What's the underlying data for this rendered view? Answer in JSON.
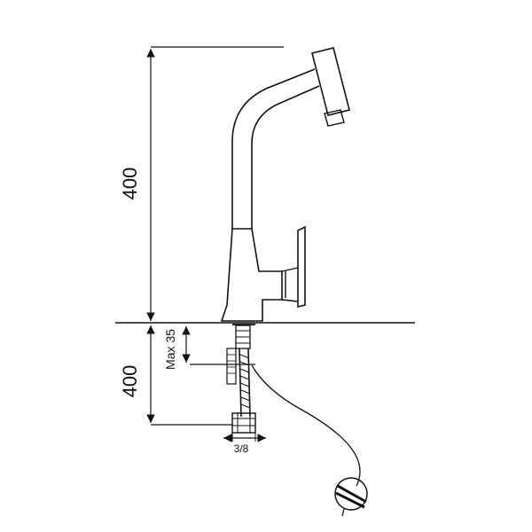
{
  "drawing": {
    "upper_height_label": "400",
    "lower_length_label": "400",
    "max_label": "Max 35",
    "thread_label": "3/8"
  },
  "colors": {
    "line": "#111111",
    "background": "#ffffff"
  }
}
